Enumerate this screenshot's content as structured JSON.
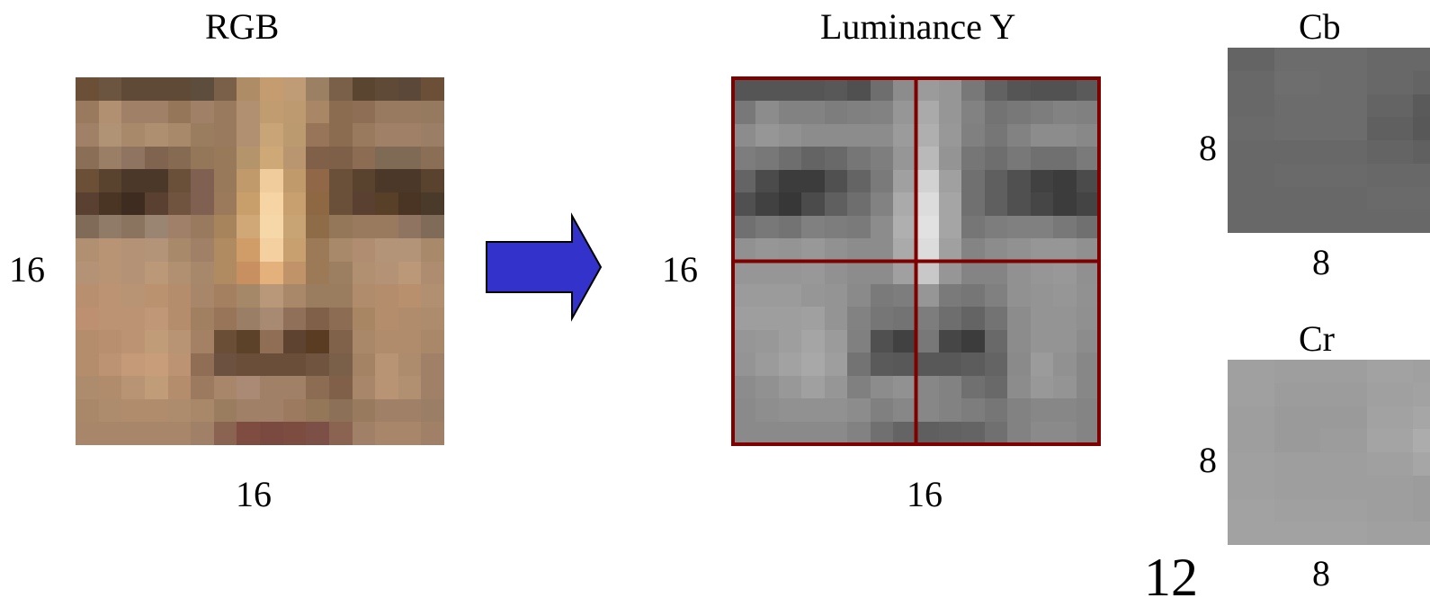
{
  "rgb": {
    "title": "RGB",
    "width_label": "16",
    "height_label": "16",
    "pixels": [
      [
        "#6b5037",
        "#6c5540",
        "#5f4a38",
        "#5f4a38",
        "#5f4a38",
        "#5d4d3c",
        "#7a6048",
        "#ad8c66",
        "#c49c70",
        "#c09c76",
        "#9c8064",
        "#7a6048",
        "#5a4530",
        "#5f4a38",
        "#5c4838",
        "#6b5037"
      ],
      [
        "#9a7a5f",
        "#b09070",
        "#a08066",
        "#a08066",
        "#967658",
        "#a08066",
        "#9a7a5f",
        "#b09070",
        "#c19c70",
        "#be9a70",
        "#a88666",
        "#8c6c50",
        "#8e6e54",
        "#987a60",
        "#987a60",
        "#967a60"
      ],
      [
        "#a08066",
        "#b09274",
        "#a88a6a",
        "#ae9070",
        "#a88a6a",
        "#9a7c5e",
        "#9a7a5f",
        "#b09070",
        "#c9a476",
        "#bc9a70",
        "#987458",
        "#8c6c50",
        "#9a7a5f",
        "#a08066",
        "#a08066",
        "#9a7e66"
      ],
      [
        "#8a6e55",
        "#9a7e66",
        "#907462",
        "#806450",
        "#866a52",
        "#947658",
        "#987a5a",
        "#b4946a",
        "#cfa878",
        "#ba9670",
        "#806048",
        "#7e6048",
        "#8c6c52",
        "#7e6a55",
        "#7e6a55",
        "#8a6e55"
      ],
      [
        "#6b5037",
        "#5a432e",
        "#4c3828",
        "#4c3828",
        "#6a5038",
        "#806050",
        "#987a5a",
        "#c09a6a",
        "#f0cc9c",
        "#c09a6a",
        "#906848",
        "#6a5038",
        "#5a432e",
        "#4c3828",
        "#4c3828",
        "#5a432e"
      ],
      [
        "#5a4030",
        "#4a3525",
        "#3e2c20",
        "#5a4030",
        "#705440",
        "#806050",
        "#9a7a5a",
        "#c89e6a",
        "#f6d4a4",
        "#c8a070",
        "#8e6842",
        "#6a5038",
        "#5a4030",
        "#584028",
        "#4a3525",
        "#4a3a2a"
      ],
      [
        "#806a58",
        "#907a68",
        "#8a7460",
        "#9a8472",
        "#a08068",
        "#9a7a5f",
        "#a8845c",
        "#d0a878",
        "#f6d8a8",
        "#c8a474",
        "#8e6c48",
        "#947658",
        "#9a7a5f",
        "#9a7a5f",
        "#907462",
        "#806a58"
      ],
      [
        "#b09070",
        "#b89474",
        "#b49276",
        "#b49478",
        "#a88a6a",
        "#a08066",
        "#b08a60",
        "#d09c68",
        "#f4d0a0",
        "#c8a070",
        "#9c7a58",
        "#a88a6a",
        "#b08c70",
        "#b49478",
        "#b49478",
        "#a88a6a"
      ],
      [
        "#b49276",
        "#b89474",
        "#b49276",
        "#ba9878",
        "#b09070",
        "#a8886a",
        "#b08a60",
        "#c89060",
        "#e4b07c",
        "#c09468",
        "#9c7a58",
        "#9c7e60",
        "#b09070",
        "#b49276",
        "#ba9878",
        "#ae8c70"
      ],
      [
        "#b89070",
        "#bc9474",
        "#b89474",
        "#ba9270",
        "#b48e6c",
        "#a8866a",
        "#a48060",
        "#a48868",
        "#b89878",
        "#a88868",
        "#9a7c5e",
        "#9a7c5e",
        "#b08c6c",
        "#b48e6c",
        "#b8906e",
        "#b09070"
      ],
      [
        "#bc9070",
        "#bc9474",
        "#bc9474",
        "#c09878",
        "#b48e6c",
        "#a08060",
        "#987458",
        "#9a7e66",
        "#a88a72",
        "#907058",
        "#806048",
        "#8c6c52",
        "#a88664",
        "#b48e6c",
        "#b08c6c",
        "#ac8c6c"
      ],
      [
        "#b48e6c",
        "#b89070",
        "#bc9474",
        "#c09c78",
        "#b89474",
        "#a48064",
        "#6a4e36",
        "#5c4228",
        "#906e56",
        "#5e4430",
        "#5a3c22",
        "#80624a",
        "#a88868",
        "#b08c6c",
        "#b08c6c",
        "#a88868"
      ],
      [
        "#b48e6c",
        "#bc9474",
        "#c49a78",
        "#c89e7a",
        "#bc9474",
        "#906e56",
        "#6c5040",
        "#6a4e3a",
        "#6a4e3a",
        "#6a4e3a",
        "#705440",
        "#7a6048",
        "#a48264",
        "#b89474",
        "#ac8c6c",
        "#a08066"
      ],
      [
        "#ac8c6c",
        "#b08c6c",
        "#b89474",
        "#c09c78",
        "#b48e6c",
        "#9c7a60",
        "#a8866a",
        "#aa8a74",
        "#a08066",
        "#a08066",
        "#8c6c52",
        "#806048",
        "#a8866a",
        "#b89474",
        "#b09070",
        "#a08066"
      ],
      [
        "#a88868",
        "#ac8c6c",
        "#b08c6c",
        "#b08c6c",
        "#ac8c6c",
        "#a88868",
        "#9a7c5e",
        "#a08066",
        "#a08066",
        "#9c7a60",
        "#947658",
        "#8c7058",
        "#987a5f",
        "#a08066",
        "#a08066",
        "#9a7e66"
      ],
      [
        "#a8866a",
        "#a8866a",
        "#a8866a",
        "#a8866a",
        "#a8866a",
        "#a08066",
        "#8a6450",
        "#7e4c40",
        "#7a4a40",
        "#7c4c40",
        "#7c5046",
        "#8a6450",
        "#a08066",
        "#a8866a",
        "#a8866a",
        "#a08066"
      ]
    ]
  },
  "arrow": {
    "fill": "#3333cc",
    "stroke": "#000000"
  },
  "luminance": {
    "title": "Luminance Y",
    "width_label": "16",
    "height_label": "16",
    "border_color": "#800000",
    "pixels": [
      [
        85,
        85,
        85,
        85,
        88,
        80,
        110,
        140,
        155,
        150,
        120,
        98,
        85,
        82,
        82,
        90
      ],
      [
        120,
        140,
        130,
        130,
        125,
        128,
        130,
        150,
        170,
        150,
        130,
        115,
        120,
        125,
        130,
        128
      ],
      [
        140,
        150,
        145,
        140,
        140,
        140,
        140,
        155,
        175,
        152,
        128,
        118,
        130,
        140,
        140,
        136
      ],
      [
        125,
        120,
        110,
        100,
        105,
        118,
        126,
        150,
        185,
        148,
        118,
        110,
        120,
        112,
        112,
        122
      ],
      [
        100,
        75,
        60,
        60,
        80,
        100,
        122,
        160,
        210,
        160,
        112,
        95,
        80,
        65,
        60,
        75
      ],
      [
        80,
        65,
        55,
        75,
        95,
        110,
        130,
        170,
        220,
        165,
        112,
        95,
        80,
        70,
        60,
        68
      ],
      [
        112,
        120,
        115,
        128,
        125,
        122,
        140,
        175,
        225,
        165,
        118,
        125,
        128,
        128,
        120,
        112
      ],
      [
        145,
        150,
        148,
        152,
        145,
        140,
        140,
        170,
        220,
        160,
        132,
        140,
        145,
        150,
        150,
        144
      ],
      [
        150,
        150,
        150,
        152,
        145,
        140,
        140,
        160,
        200,
        150,
        132,
        132,
        145,
        150,
        152,
        144
      ],
      [
        155,
        155,
        155,
        150,
        148,
        138,
        122,
        125,
        150,
        122,
        118,
        128,
        145,
        148,
        150,
        145
      ],
      [
        158,
        158,
        158,
        160,
        148,
        130,
        118,
        115,
        125,
        110,
        100,
        115,
        140,
        148,
        148,
        144
      ],
      [
        150,
        152,
        158,
        165,
        155,
        128,
        80,
        65,
        120,
        70,
        60,
        105,
        140,
        148,
        148,
        140
      ],
      [
        148,
        155,
        162,
        168,
        158,
        115,
        90,
        88,
        88,
        88,
        92,
        100,
        138,
        155,
        145,
        135
      ],
      [
        140,
        145,
        152,
        160,
        150,
        128,
        140,
        145,
        135,
        130,
        112,
        105,
        140,
        152,
        148,
        135
      ],
      [
        138,
        142,
        145,
        145,
        145,
        140,
        128,
        135,
        135,
        130,
        125,
        118,
        130,
        135,
        135,
        132
      ],
      [
        138,
        138,
        138,
        138,
        138,
        130,
        112,
        100,
        95,
        98,
        100,
        112,
        130,
        138,
        138,
        132
      ]
    ]
  },
  "cb": {
    "title": "Cb",
    "width_label": "8",
    "height_label": "8",
    "pixels": [
      [
        100,
        108,
        108,
        104,
        104,
        108,
        108,
        108
      ],
      [
        104,
        110,
        108,
        104,
        100,
        104,
        108,
        108
      ],
      [
        104,
        108,
        108,
        100,
        90,
        100,
        106,
        108
      ],
      [
        106,
        108,
        108,
        96,
        88,
        100,
        106,
        108
      ],
      [
        104,
        104,
        104,
        100,
        96,
        104,
        104,
        104
      ],
      [
        104,
        106,
        106,
        104,
        104,
        106,
        104,
        104
      ],
      [
        104,
        104,
        104,
        106,
        106,
        106,
        104,
        104
      ],
      [
        104,
        104,
        104,
        104,
        104,
        104,
        104,
        104
      ]
    ]
  },
  "cr": {
    "title": "Cr",
    "width_label": "8",
    "height_label": "8",
    "pixels": [
      [
        160,
        158,
        158,
        162,
        160,
        158,
        156,
        158
      ],
      [
        160,
        156,
        156,
        160,
        162,
        158,
        156,
        158
      ],
      [
        158,
        154,
        154,
        162,
        166,
        158,
        156,
        158
      ],
      [
        158,
        154,
        156,
        164,
        172,
        160,
        156,
        158
      ],
      [
        160,
        158,
        158,
        160,
        166,
        160,
        158,
        160
      ],
      [
        160,
        158,
        158,
        158,
        156,
        156,
        158,
        160
      ],
      [
        162,
        160,
        160,
        158,
        156,
        158,
        160,
        160
      ],
      [
        162,
        162,
        162,
        160,
        160,
        162,
        162,
        160
      ]
    ]
  },
  "page_number": "12"
}
